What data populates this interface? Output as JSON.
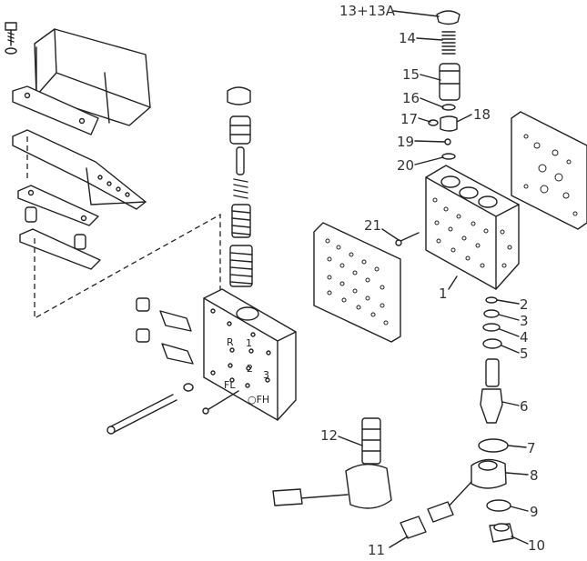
{
  "diagram": {
    "type": "exploded-parts-diagram",
    "callouts": [
      {
        "id": "13",
        "label": "13+13A"
      },
      {
        "id": "14",
        "label": "14"
      },
      {
        "id": "15",
        "label": "15"
      },
      {
        "id": "16",
        "label": "16"
      },
      {
        "id": "17",
        "label": "17"
      },
      {
        "id": "18",
        "label": "18"
      },
      {
        "id": "19",
        "label": "19"
      },
      {
        "id": "20",
        "label": "20"
      },
      {
        "id": "21",
        "label": "21"
      },
      {
        "id": "1",
        "label": "1"
      },
      {
        "id": "2",
        "label": "2"
      },
      {
        "id": "3",
        "label": "3"
      },
      {
        "id": "4",
        "label": "4"
      },
      {
        "id": "5",
        "label": "5"
      },
      {
        "id": "6",
        "label": "6"
      },
      {
        "id": "7",
        "label": "7"
      },
      {
        "id": "8",
        "label": "8"
      },
      {
        "id": "9",
        "label": "9"
      },
      {
        "id": "10",
        "label": "10"
      },
      {
        "id": "11",
        "label": "11"
      },
      {
        "id": "12",
        "label": "12"
      }
    ],
    "block_markings": {
      "r": "R",
      "one": "1",
      "two": "2",
      "three": "3",
      "fl": "FL",
      "fh": "○FH"
    }
  }
}
